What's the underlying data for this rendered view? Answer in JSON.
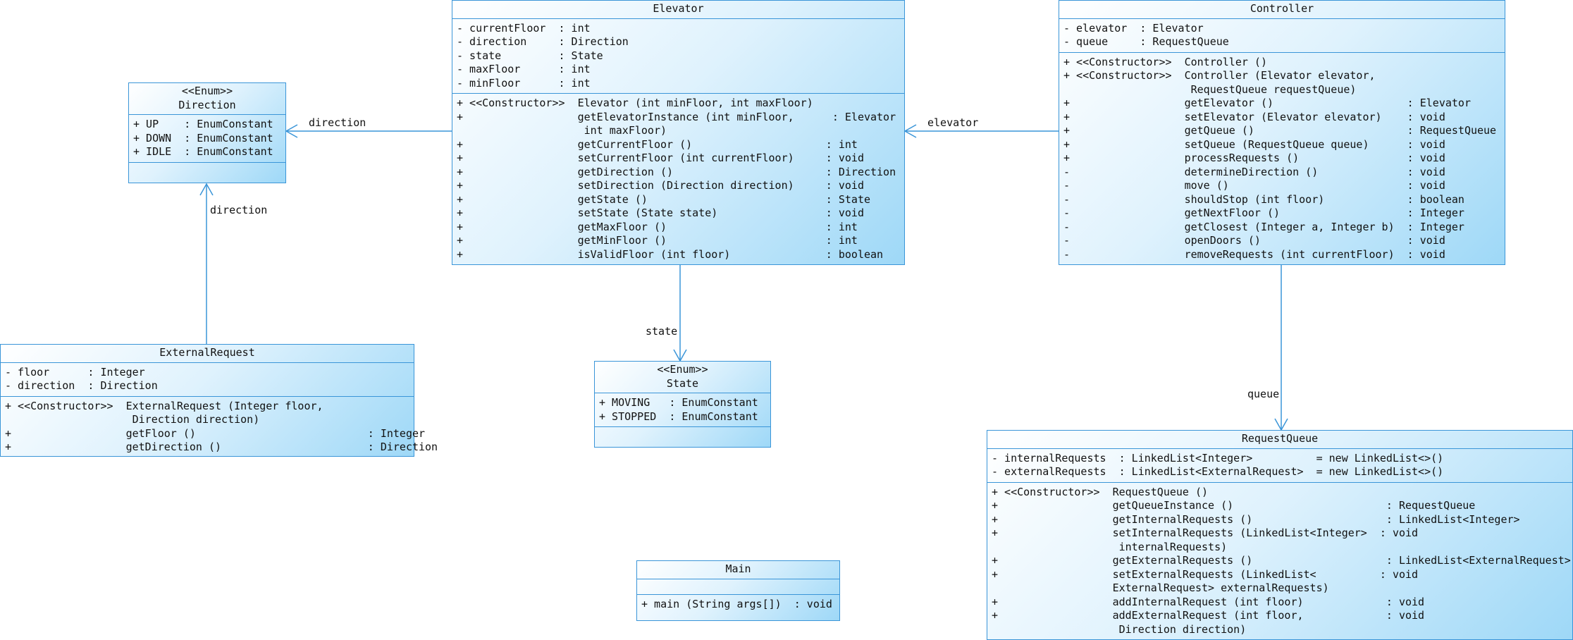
{
  "classes": {
    "direction": {
      "stereotype": "<<Enum>>",
      "name": "Direction",
      "attributes": [
        "+ UP    : EnumConstant",
        "+ DOWN  : EnumConstant",
        "+ IDLE  : EnumConstant"
      ],
      "operations": []
    },
    "elevator": {
      "name": "Elevator",
      "attributes": [
        "- currentFloor  : int",
        "- direction     : Direction",
        "- state         : State",
        "- maxFloor      : int",
        "- minFloor      : int"
      ],
      "operations": [
        "+ <<Constructor>>  Elevator (int minFloor, int maxFloor)",
        "+                  getElevatorInstance (int minFloor,      : Elevator",
        "                    int maxFloor)",
        "+                  getCurrentFloor ()                     : int",
        "+                  setCurrentFloor (int currentFloor)     : void",
        "+                  getDirection ()                        : Direction",
        "+                  setDirection (Direction direction)     : void",
        "+                  getState ()                            : State",
        "+                  setState (State state)                 : void",
        "+                  getMaxFloor ()                         : int",
        "+                  getMinFloor ()                         : int",
        "+                  isValidFloor (int floor)               : boolean"
      ]
    },
    "controller": {
      "name": "Controller",
      "attributes": [
        "- elevator  : Elevator",
        "- queue     : RequestQueue"
      ],
      "operations": [
        "+ <<Constructor>>  Controller ()",
        "+ <<Constructor>>  Controller (Elevator elevator,",
        "                    RequestQueue requestQueue)",
        "+                  getElevator ()                     : Elevator",
        "+                  setElevator (Elevator elevator)    : void",
        "+                  getQueue ()                        : RequestQueue",
        "+                  setQueue (RequestQueue queue)      : void",
        "+                  processRequests ()                 : void",
        "-                  determineDirection ()              : void",
        "-                  move ()                            : void",
        "-                  shouldStop (int floor)             : boolean",
        "-                  getNextFloor ()                    : Integer",
        "-                  getClosest (Integer a, Integer b)  : Integer",
        "-                  openDoors ()                       : void",
        "-                  removeRequests (int currentFloor)  : void"
      ]
    },
    "external_request": {
      "name": "ExternalRequest",
      "attributes": [
        "- floor      : Integer",
        "- direction  : Direction"
      ],
      "operations": [
        "+ <<Constructor>>  ExternalRequest (Integer floor,",
        "                    Direction direction)",
        "+                  getFloor ()                           : Integer",
        "+                  getDirection ()                       : Direction"
      ]
    },
    "state": {
      "stereotype": "<<Enum>>",
      "name": "State",
      "attributes": [
        "+ MOVING   : EnumConstant",
        "+ STOPPED  : EnumConstant"
      ],
      "operations": []
    },
    "main": {
      "name": "Main",
      "attributes": [],
      "operations": [
        "+ main (String args[])  : void"
      ]
    },
    "request_queue": {
      "name": "RequestQueue",
      "attributes": [
        "- internalRequests  : LinkedList<Integer>          = new LinkedList<>()",
        "- externalRequests  : LinkedList<ExternalRequest>  = new LinkedList<>()"
      ],
      "operations": [
        "+ <<Constructor>>  RequestQueue ()",
        "+                  getQueueInstance ()                        : RequestQueue",
        "+                  getInternalRequests ()                     : LinkedList<Integer>",
        "+                  setInternalRequests (LinkedList<Integer>  : void",
        "                    internalRequests)",
        "+                  getExternalRequests ()                     : LinkedList<ExternalRequest>",
        "+                  setExternalRequests (LinkedList<          : void",
        "                   ExternalRequest> externalRequests)",
        "+                  addInternalRequest (int floor)             : void",
        "+                  addExternalRequest (int floor,             : void",
        "                    Direction direction)"
      ]
    }
  },
  "associations": {
    "elevator_direction": "direction",
    "controller_elevator": "elevator",
    "external_direction": "direction",
    "elevator_state": "state",
    "controller_queue": "queue"
  },
  "colors": {
    "border": "#3a95d8",
    "fill_light": "#ffffff",
    "fill_dark": "#9ed8f7"
  }
}
